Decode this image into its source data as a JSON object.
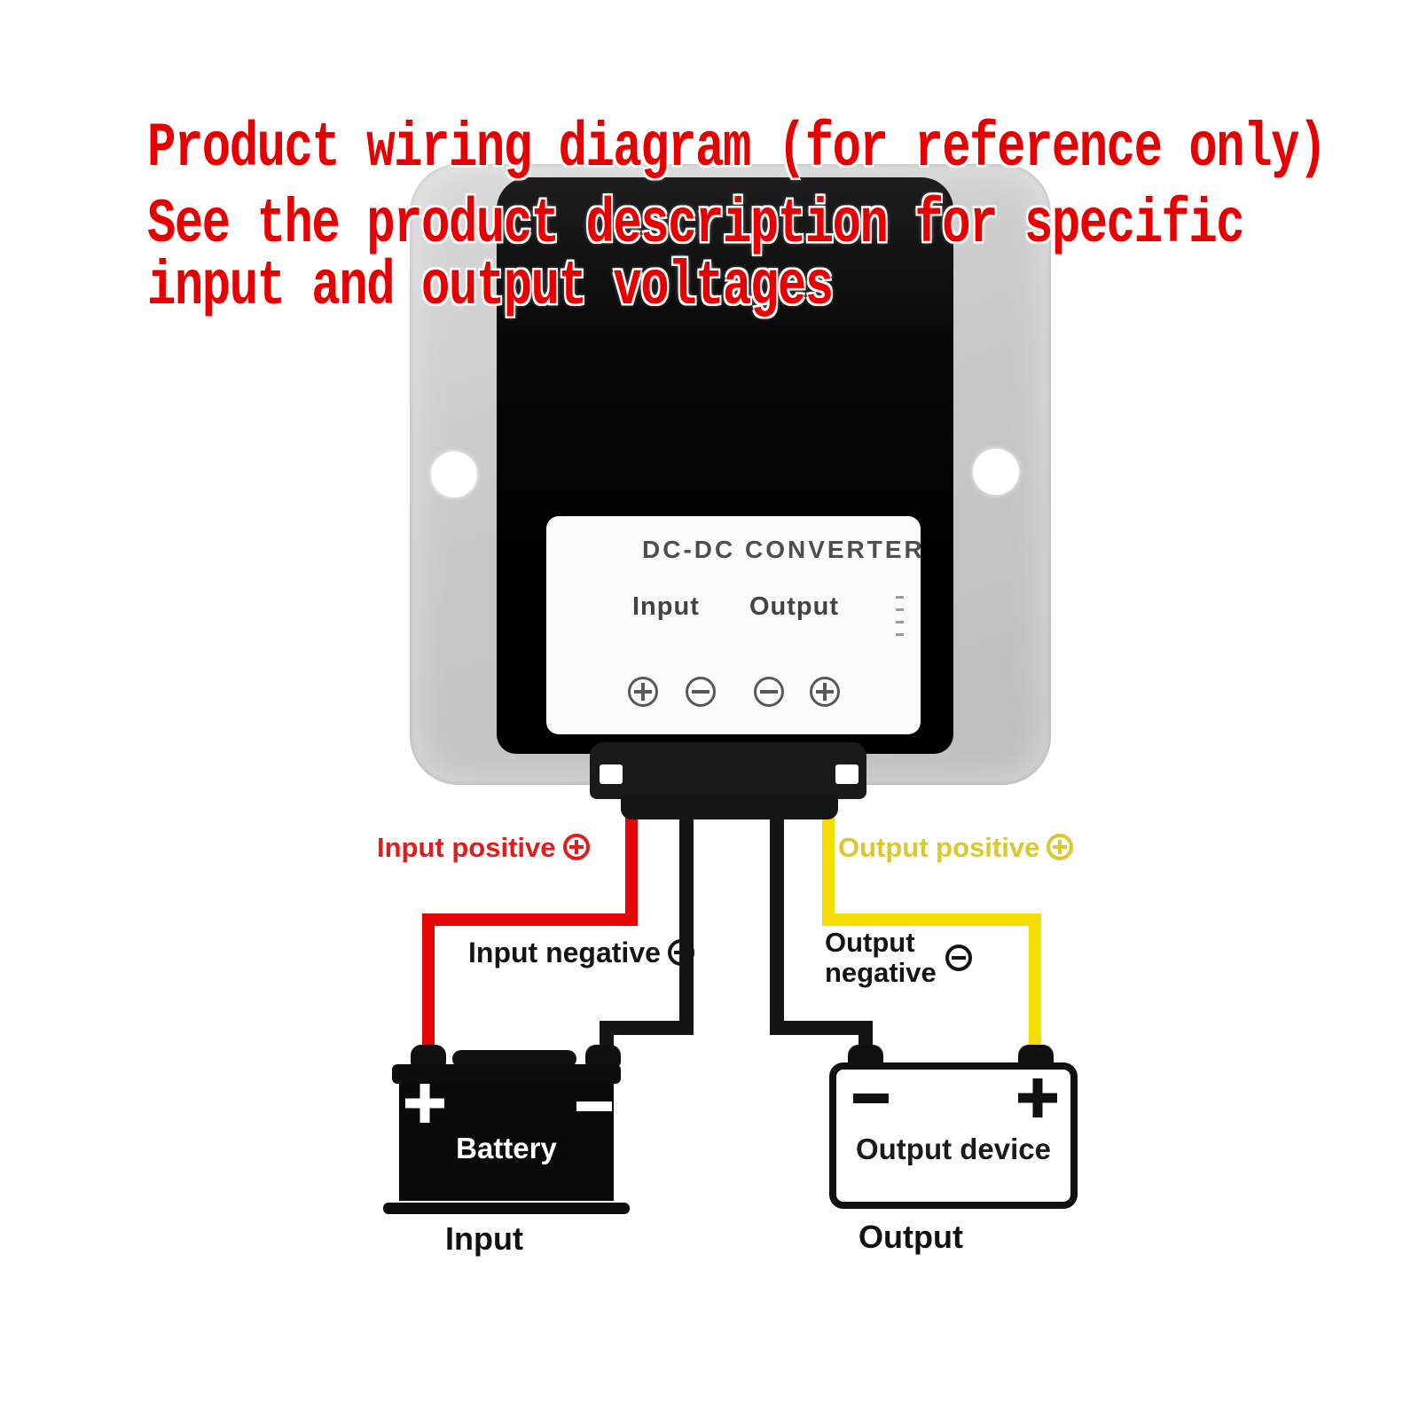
{
  "title": {
    "lines": [
      "Product wiring diagram (for reference only)",
      "See the product description for specific",
      "input and output voltages"
    ],
    "color": "#e60000"
  },
  "converter": {
    "label_title": "DC-DC CONVERTER",
    "input_label": "Input",
    "output_label": "Output",
    "terminals": [
      "plus",
      "minus",
      "minus",
      "plus"
    ]
  },
  "wire_labels": {
    "input_positive": "Input positive",
    "input_negative": "Input negative",
    "output_positive": "Output positive",
    "output_negative_line1": "Output",
    "output_negative_line2": "negative"
  },
  "battery": {
    "label": "Battery",
    "caption": "Input",
    "positive_symbol": "+",
    "negative_symbol": "−"
  },
  "output_device": {
    "label": "Output device",
    "caption": "Output",
    "positive_symbol": "+",
    "negative_symbol": "−"
  },
  "colors": {
    "title_red": "#e60000",
    "wire_red": "#e60505",
    "wire_yellow": "#f6dd00",
    "wire_black": "#141414",
    "output_positive_text_yellow": "#ddc72c",
    "plate_silver": "#c9c9c9",
    "device_black": "#0a0a0a"
  }
}
